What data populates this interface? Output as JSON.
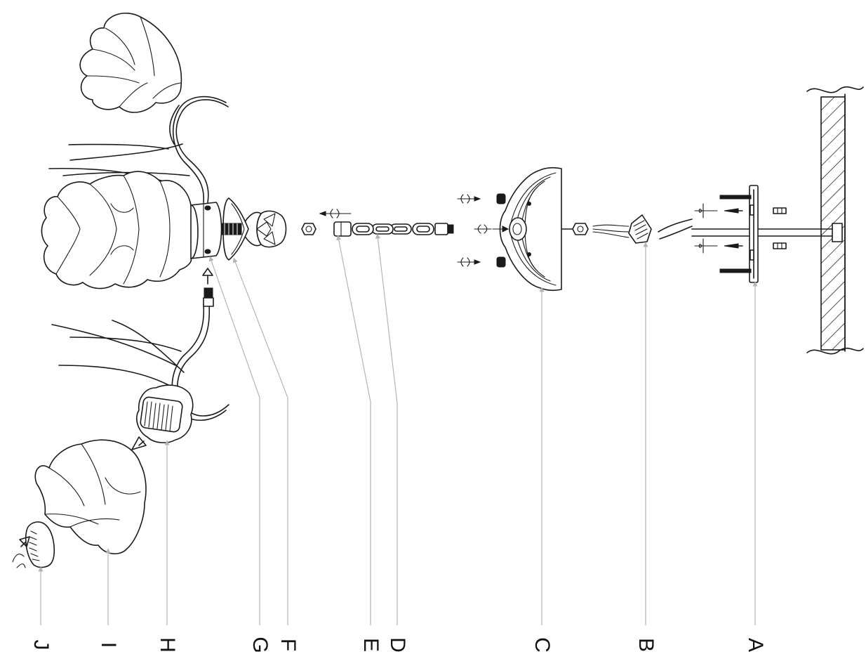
{
  "diagram": {
    "part_labels": [
      {
        "id": "A",
        "text": "A"
      },
      {
        "id": "B",
        "text": "B"
      },
      {
        "id": "C",
        "text": "C"
      },
      {
        "id": "D",
        "text": "D"
      },
      {
        "id": "E",
        "text": "E"
      },
      {
        "id": "F",
        "text": "F"
      },
      {
        "id": "G",
        "text": "G"
      },
      {
        "id": "H",
        "text": "H"
      },
      {
        "id": "I",
        "text": "I"
      },
      {
        "id": "J",
        "text": "J"
      }
    ],
    "colors": {
      "ink": "#1a1a1a",
      "leader": "#b4b4b4",
      "background": "#ffffff"
    }
  }
}
